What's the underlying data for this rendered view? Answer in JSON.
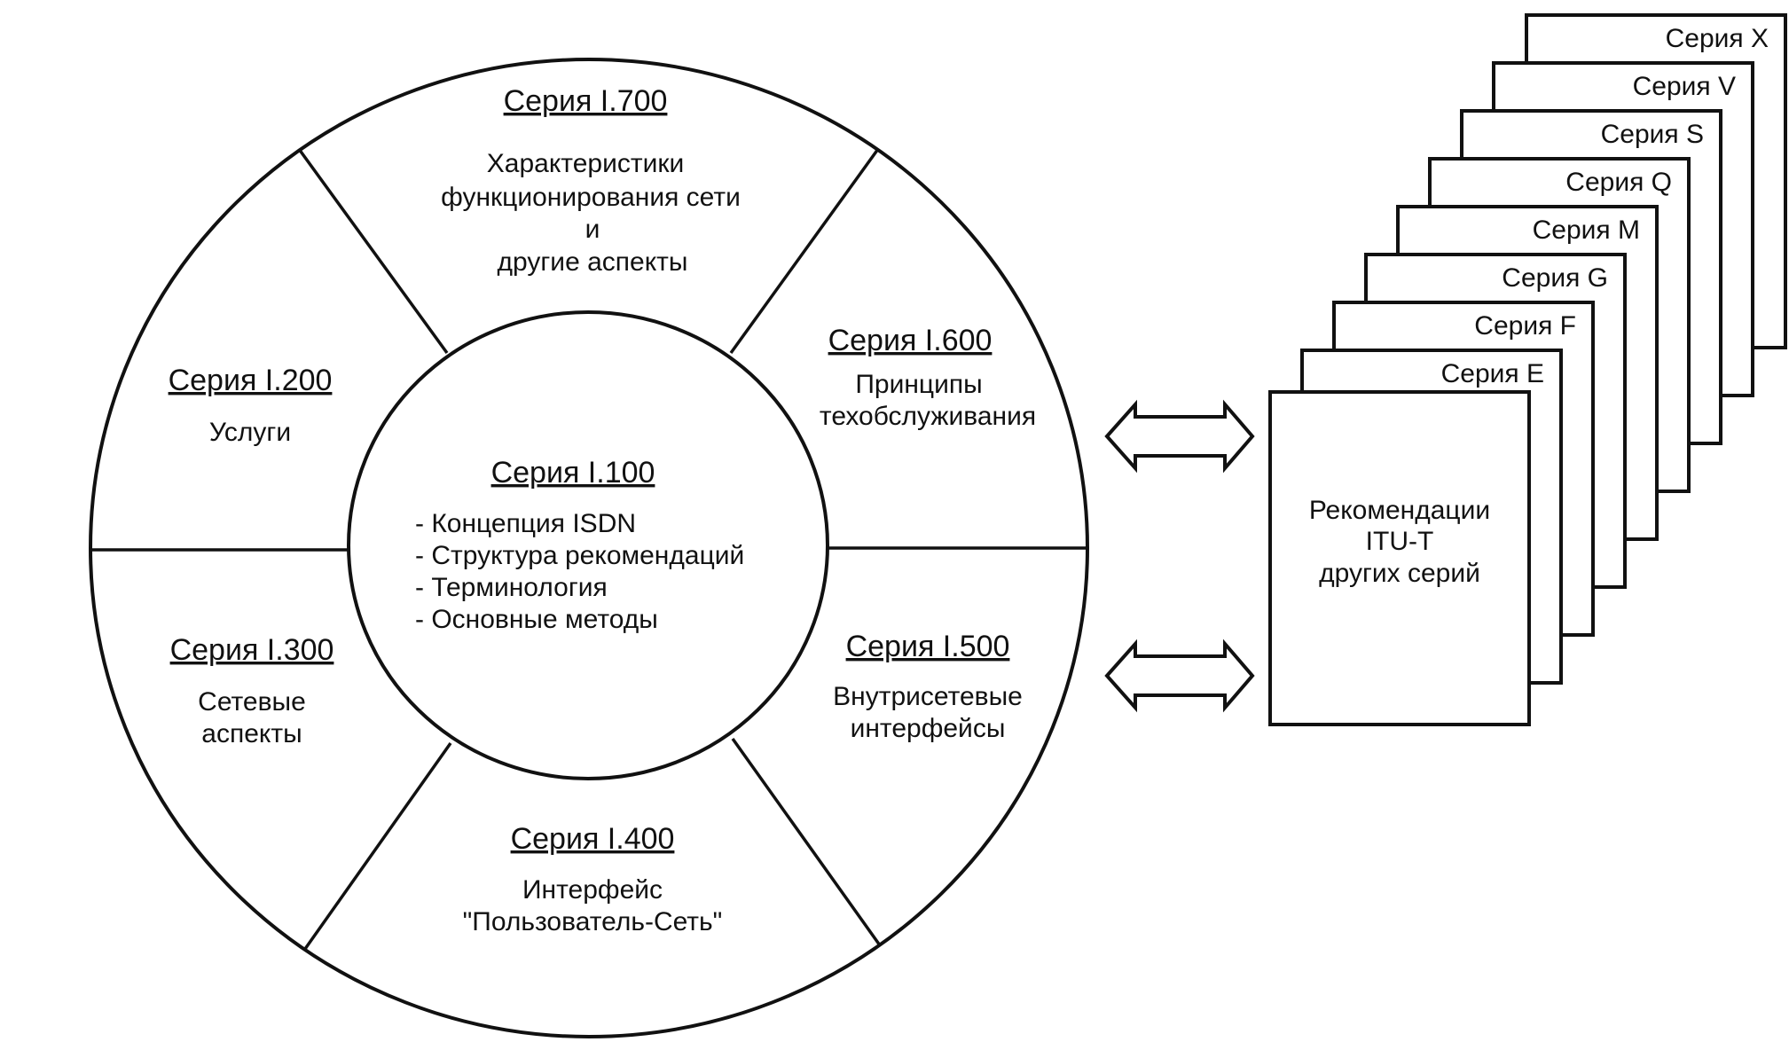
{
  "center": {
    "title": "Серия I.100",
    "items": [
      "- Концепция ISDN",
      "- Структура рекомендаций",
      "- Терминология",
      "- Основные методы"
    ]
  },
  "sectors": {
    "s700": {
      "title": "Серия I.700",
      "lines": [
        "Характеристики",
        "функционирования сети",
        "и",
        "другие аспекты"
      ]
    },
    "s600": {
      "title": "Серия I.600",
      "lines": [
        "Принципы",
        "техобслуживания"
      ]
    },
    "s500": {
      "title": "Серия I.500",
      "lines": [
        "Внутрисетевые",
        "интерфейсы"
      ]
    },
    "s400": {
      "title": "Серия I.400",
      "lines": [
        "Интерфейс",
        "\"Пользователь-Сеть\""
      ]
    },
    "s300": {
      "title": "Серия I.300",
      "lines": [
        "Сетевые",
        "аспекты"
      ]
    },
    "s200": {
      "title": "Серия I.200",
      "lines": [
        "Услуги"
      ]
    }
  },
  "stack": {
    "front_lines": [
      "Рекомендации",
      "ITU-T",
      "других серий"
    ],
    "sheets": [
      "Серия X",
      "Серия V",
      "Серия S",
      "Серия Q",
      "Серия M",
      "Серия G",
      "Серия F",
      "Серия E"
    ]
  }
}
